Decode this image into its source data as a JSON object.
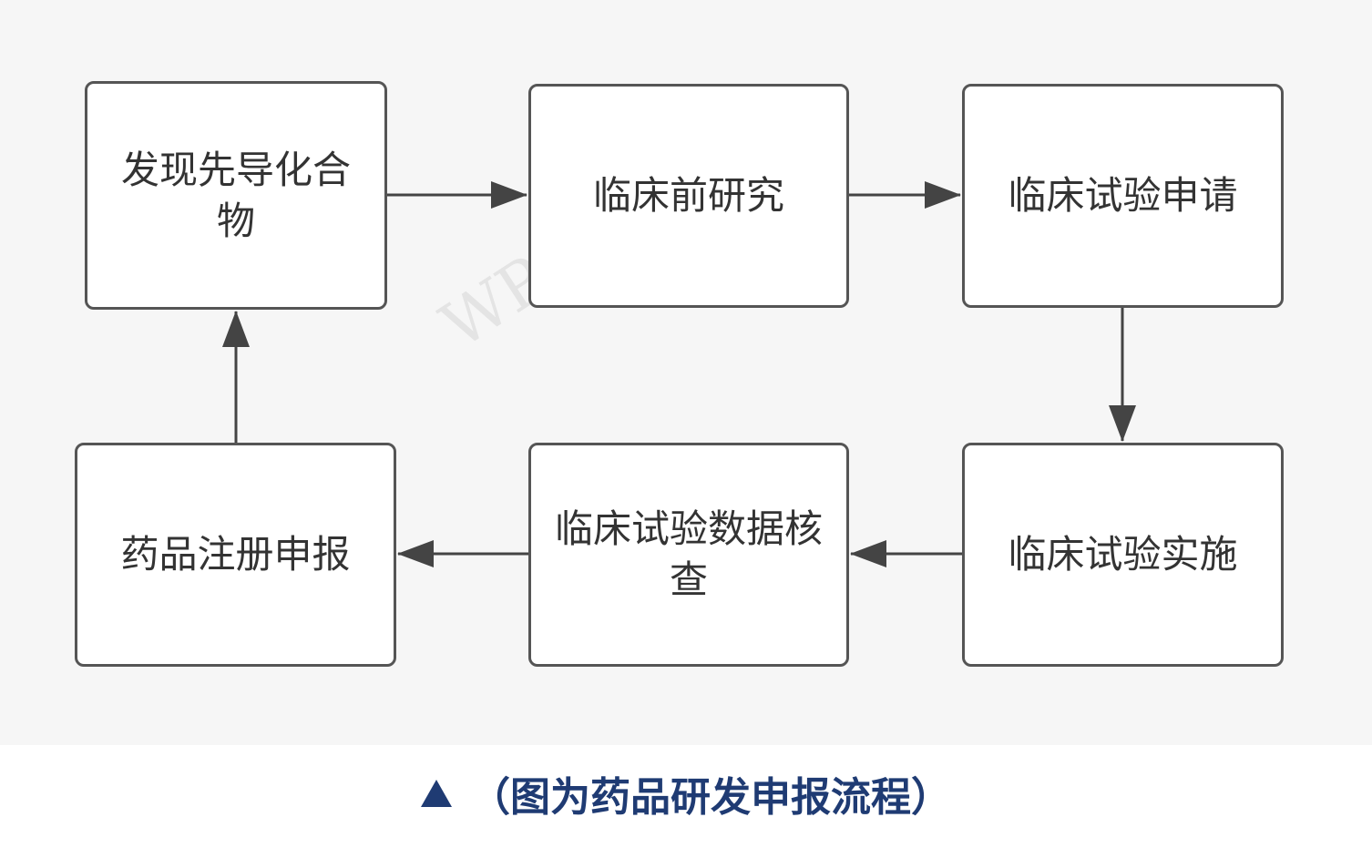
{
  "diagram": {
    "nodes": [
      {
        "id": "n1",
        "label": "发现先导化合物"
      },
      {
        "id": "n2",
        "label": "临床前研究"
      },
      {
        "id": "n3",
        "label": "临床试验申请"
      },
      {
        "id": "n4",
        "label": "临床试验实施"
      },
      {
        "id": "n5",
        "label": "临床试验数据核查"
      },
      {
        "id": "n6",
        "label": "药品注册申报"
      }
    ],
    "edges": [
      {
        "from": "n1",
        "to": "n2"
      },
      {
        "from": "n2",
        "to": "n3"
      },
      {
        "from": "n3",
        "to": "n4"
      },
      {
        "from": "n4",
        "to": "n5"
      },
      {
        "from": "n5",
        "to": "n6"
      },
      {
        "from": "n6",
        "to": "n1"
      }
    ],
    "watermark": "WPS Mind"
  },
  "caption": {
    "text": "（图为药品研发申报流程）"
  },
  "colors": {
    "node_border": "#555555",
    "edge": "#444444",
    "caption": "#1f3b73",
    "background": "#f6f6f6"
  }
}
